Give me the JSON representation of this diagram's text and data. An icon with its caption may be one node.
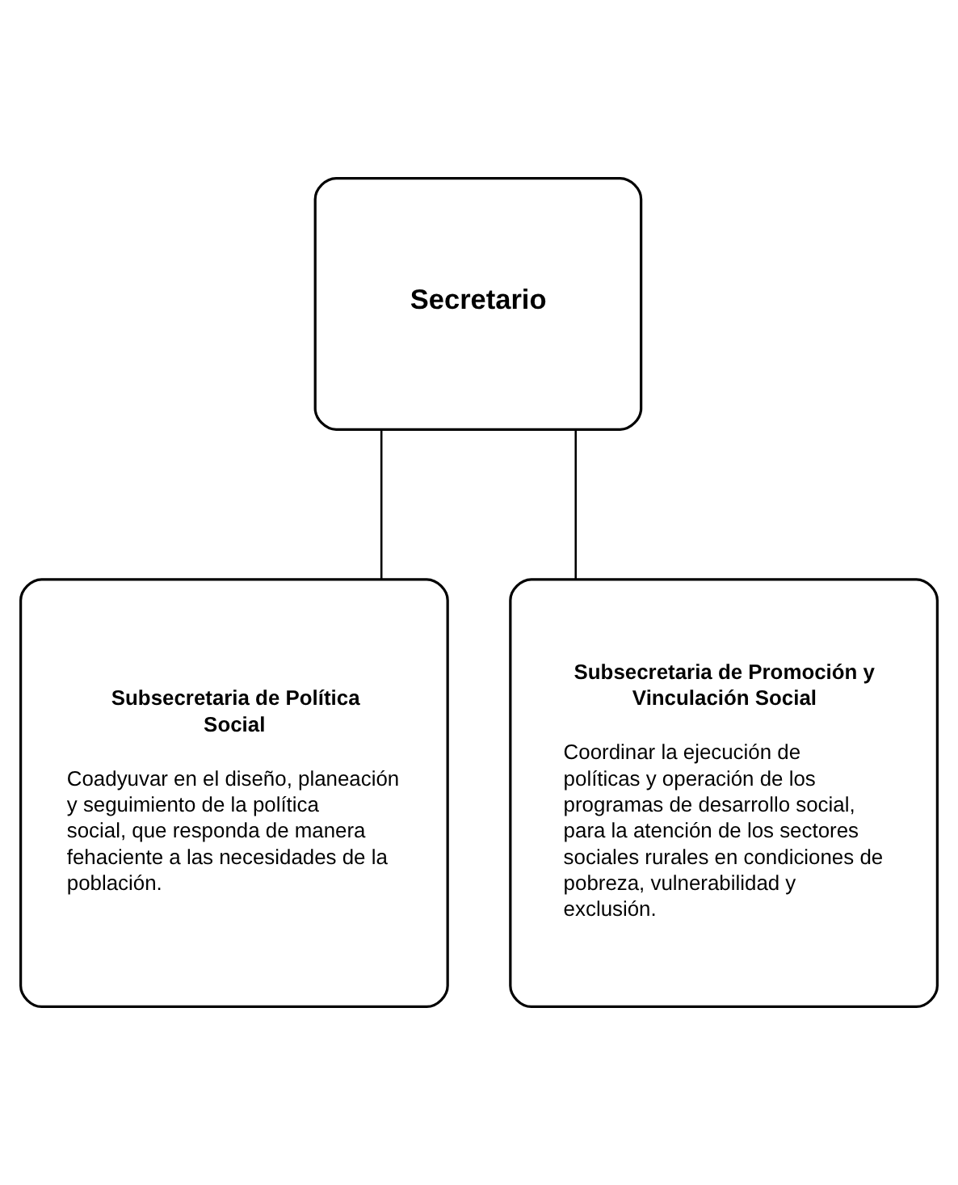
{
  "diagram": {
    "nodes": [
      {
        "text": [
          "Secretario"
        ]
      },
      {
        "text": [
          "Subsecretaria de Política Social",
          "Coadyuvar en el diseño, planeación y seguimiento de la política social, que responda de manera fehaciente a las necesidades de la población."
        ]
      },
      {
        "text": [
          "Subsecretaria de Promoción y Vinculación Social",
          "Coordinar la ejecución de políticas y operación de los programas de desarrollo social, para la atención de los sectores sociales rurales en condiciones de pobreza, vulnerabilidad y exclusión."
        ]
      }
    ],
    "edges": [
      {
        "from": 0,
        "to": 1,
        "arrow": "none"
      },
      {
        "from": 0,
        "to": 2,
        "arrow": "none"
      }
    ]
  }
}
